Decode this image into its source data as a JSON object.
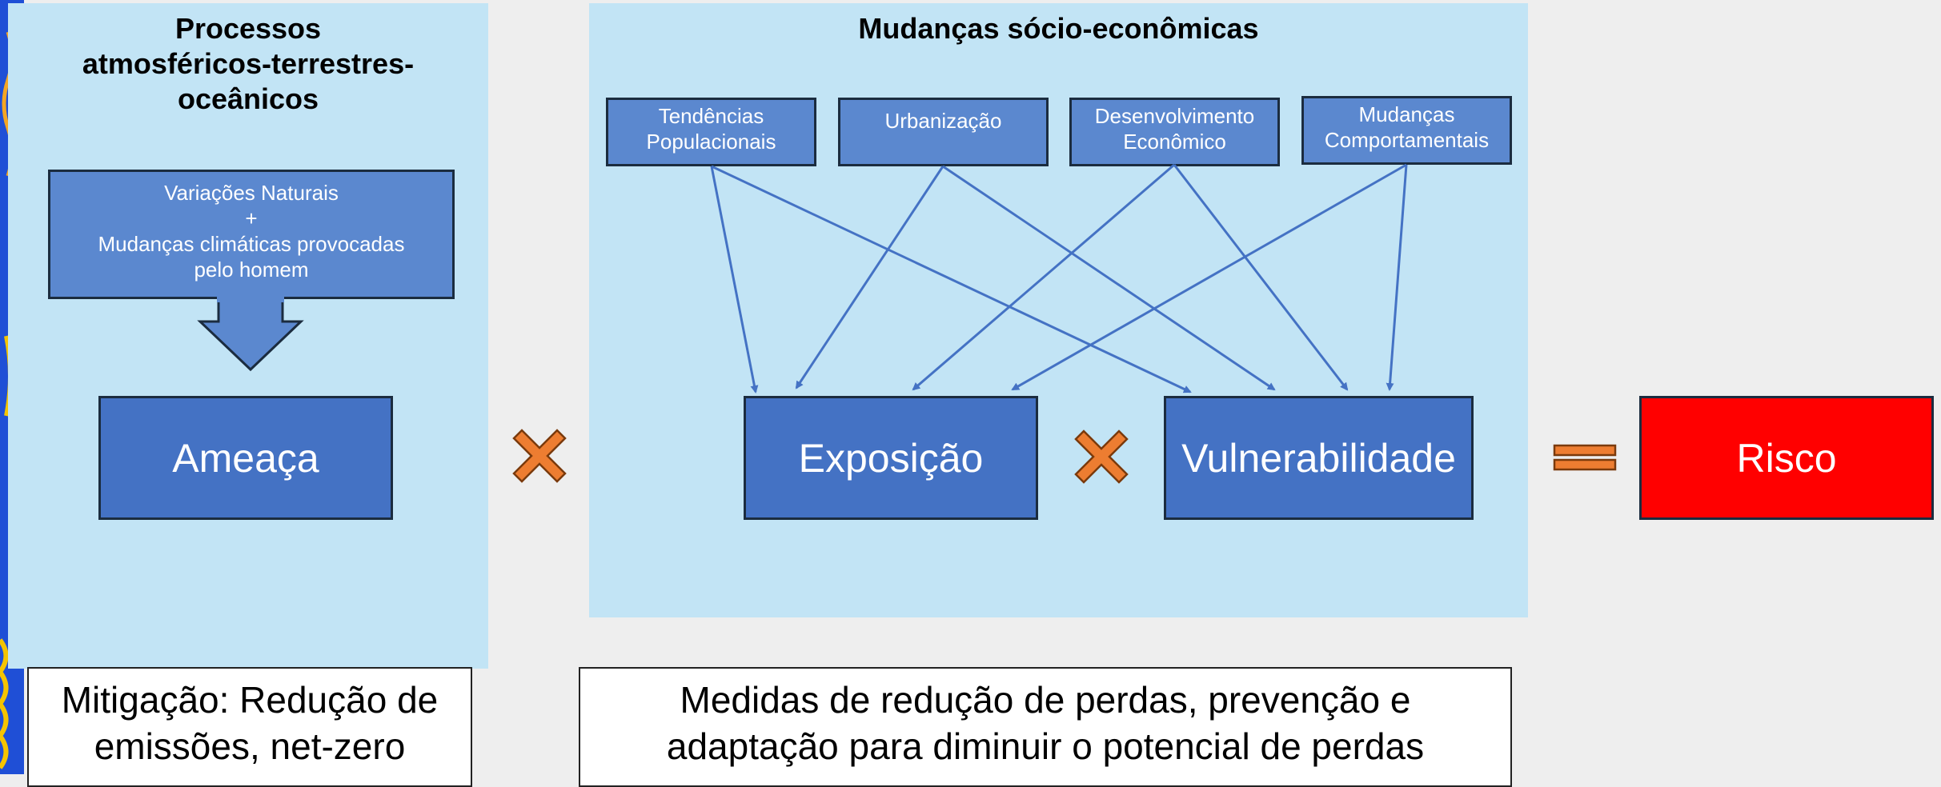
{
  "left_panel": {
    "title": "Processos\natmosféricos-terrestres-\noceânicos",
    "source_box": "Variações Naturais\n+\nMudanças climáticas provocadas\npelo homem",
    "hazard": "Ameaça"
  },
  "right_panel": {
    "title": "Mudanças sócio-econômicas",
    "drivers": [
      "Tendências\nPopulacionais",
      "Urbanização",
      "Desenvolvimento\nEconômico",
      "Mudanças\nComportamentais"
    ],
    "exposure": "Exposição",
    "vulnerability": "Vulnerabilidade"
  },
  "result": {
    "risk": "Risco"
  },
  "bottom": {
    "mitigation": "Mitigação: Redução de\nemissões, net-zero",
    "measures": "Medidas de redução de perdas, prevenção e\nadaptação para diminuir o potencial de perdas"
  },
  "colors": {
    "panel": "#c2e4f5",
    "box": "#4472c4",
    "driver_box": "#5b88cf",
    "risk": "#ff0000",
    "operator": "#ed7d31",
    "arrow": "#4472c4"
  },
  "icons": {
    "times": "multiply-icon",
    "equals": "equals-icon",
    "arrow": "down-arrow-icon"
  }
}
